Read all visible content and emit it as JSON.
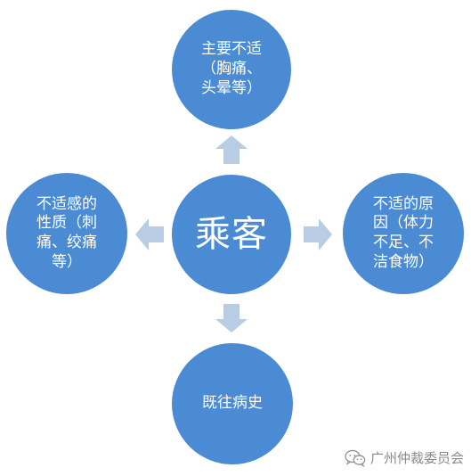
{
  "diagram": {
    "center": {
      "label": "乘客"
    },
    "top": {
      "label": "主要不适\n（胸痛、\n头晕等）"
    },
    "right": {
      "label": "不适的原\n因（体力\n不足、不\n洁食物）"
    },
    "bottom": {
      "label": "既往病史"
    },
    "left": {
      "label": "不适感的\n性质（刺\n痛、绞痛\n等）"
    }
  },
  "watermark": {
    "icon": "wechat-icon",
    "text": "广州仲裁委员会"
  },
  "colors": {
    "circle_fill": "#4a8bd3",
    "arrow_fill": "#b8cce4",
    "text": "#ffffff",
    "watermark_text": "#8a8a8a"
  }
}
